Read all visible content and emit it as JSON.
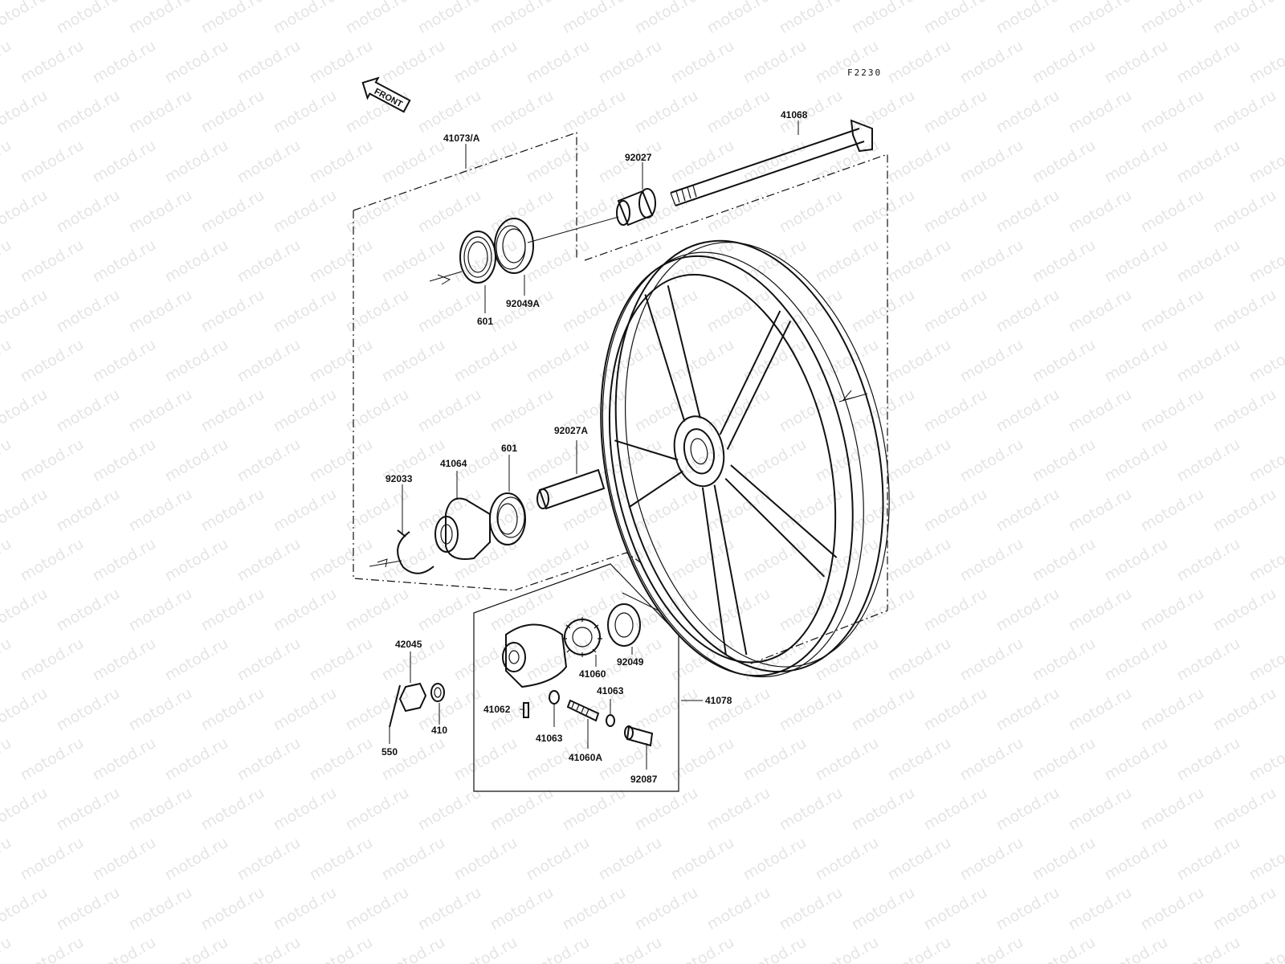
{
  "diagram_code": "F2230",
  "front_arrow_label": "FRONT",
  "watermark": "motod.ru",
  "parts": {
    "p41068": "41068",
    "p92027": "92027",
    "p41073A": "41073/A",
    "p601_top": "601",
    "p92049A": "92049A",
    "p92027A": "92027A",
    "p601_mid": "601",
    "p41064": "41064",
    "p92033": "92033",
    "p42045": "42045",
    "p410": "410",
    "p550": "550",
    "p41060": "41060",
    "p92049": "92049",
    "p41063_a": "41063",
    "p41062": "41062",
    "p41063_b": "41063",
    "p41060A": "41060A",
    "p41078": "41078",
    "p92087": "92087"
  }
}
